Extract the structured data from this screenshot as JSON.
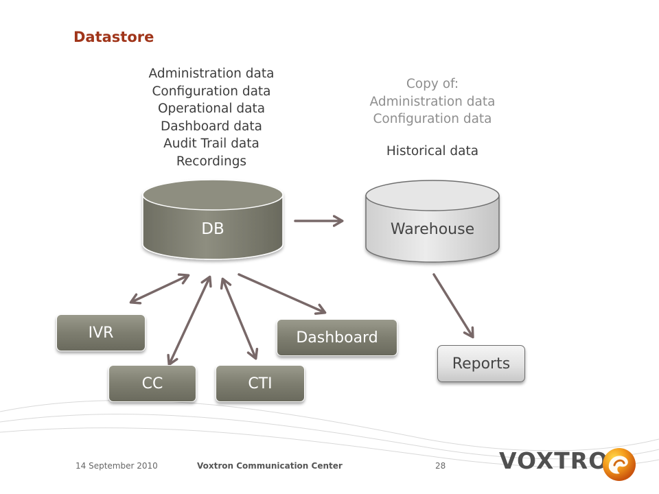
{
  "slide": {
    "title": "Datastore",
    "db_contents": [
      "Administration data",
      "Configuration data",
      "Operational data",
      "Dashboard data",
      "Audit Trail data",
      "Recordings"
    ],
    "warehouse_copy": [
      "Copy of:",
      "Administration data",
      "Configuration data"
    ],
    "warehouse_historical": "Historical data"
  },
  "diagram": {
    "db_label": "DB",
    "warehouse_label": "Warehouse",
    "ivr_label": "IVR",
    "cc_label": "CC",
    "cti_label": "CTI",
    "dashboard_label": "Dashboard",
    "reports_label": "Reports"
  },
  "footer": {
    "date": "14 September 2010",
    "product": "Voxtron Communication Center",
    "page": "28",
    "brand": "VOXTRON"
  },
  "colors": {
    "title": "#a0351a",
    "arrow": "#786868",
    "dark_shape": "#7e7e70",
    "light_shape": "#e2e2e2"
  }
}
